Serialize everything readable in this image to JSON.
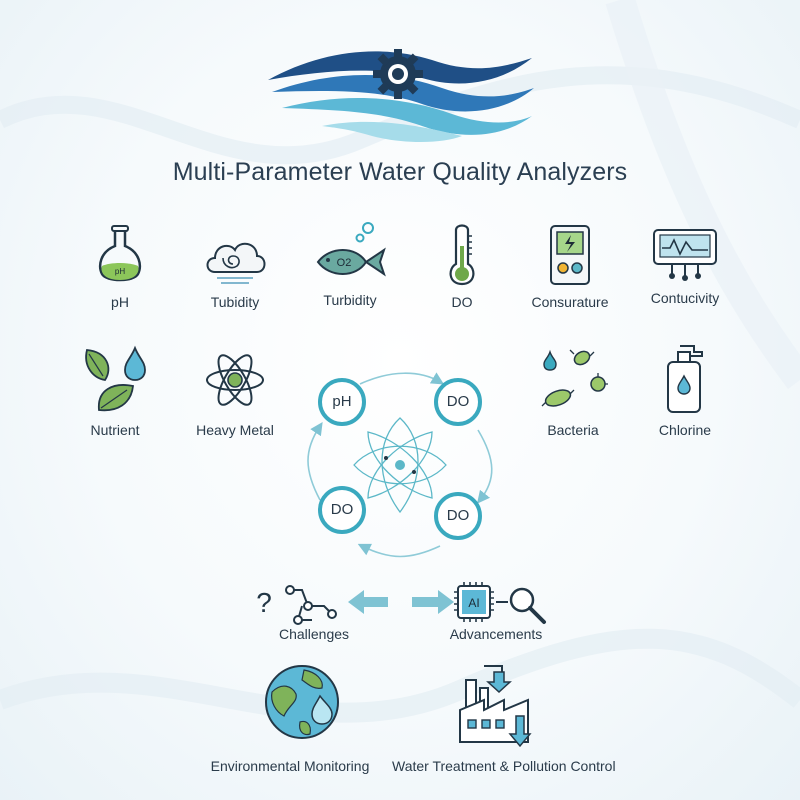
{
  "title": "Multi-Parameter Water Quality Analyzers",
  "colors": {
    "accent": "#3aa9bf",
    "dark": "#1f3b57",
    "green": "#6fa84a",
    "teal": "#5cb8c8"
  },
  "parameters_row1": [
    {
      "label": "pH",
      "icon": "flask-icon",
      "flask_text": "pH"
    },
    {
      "label": "Tubidity",
      "icon": "cloud-swirl-icon"
    },
    {
      "label": "Turbidity",
      "icon": "fish-icon",
      "fish_text": "O2"
    },
    {
      "label": "DO",
      "icon": "thermometer-icon"
    },
    {
      "label": "Consurature",
      "icon": "meter-icon"
    },
    {
      "label": "Contucivity",
      "icon": "monitor-icon"
    }
  ],
  "parameters_row2": [
    {
      "label": "Nutrient",
      "icon": "leaves-drop-icon"
    },
    {
      "label": "Heavy Metal",
      "icon": "atom-icon"
    },
    {
      "label": "Bacteria",
      "icon": "bacteria-icon"
    },
    {
      "label": "Chlorine",
      "icon": "bottle-icon"
    }
  ],
  "cycle_nodes": [
    "pH",
    "DO",
    "DO",
    "DO"
  ],
  "challenges": {
    "label": "Challenges",
    "icon_q": "?"
  },
  "advancements": {
    "label": "Advancements",
    "ai_text": "AI"
  },
  "environmental": {
    "label": "Environmental Monitoring"
  },
  "treatment": {
    "label": "Water Treatment & Pollution Control"
  }
}
